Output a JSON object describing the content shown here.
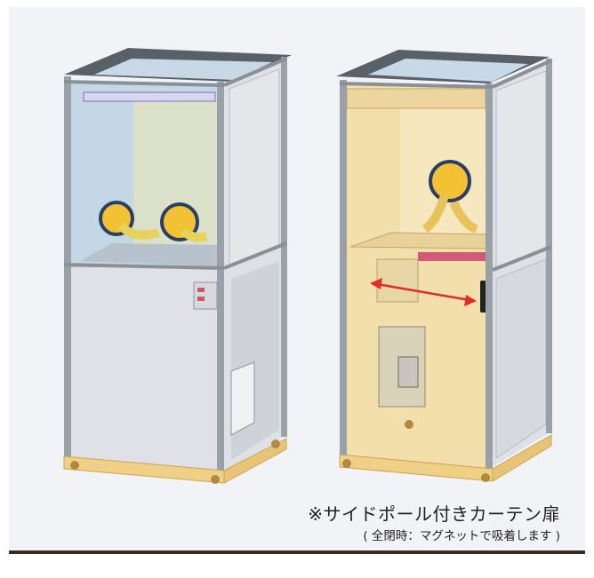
{
  "figure": {
    "caption": "※サイドポール付きカーテン扉",
    "subcaption": "( 全閉時：マグネットで吸着します )",
    "colors": {
      "background": "#f1f3f7",
      "frame": "#9aa0a8",
      "glass_blue": "#c4d7e4",
      "amber_interior": "#f2dfac",
      "panel": "#dfe1e6",
      "glove": "#f3c234",
      "arrow": "#e02b2b",
      "base": "#f0cf86",
      "rule": "#3a2a25"
    },
    "icons": {
      "left_unit": "closed-booth-cabinet",
      "right_unit": "curtain-door-booth",
      "arrow": "double-headed-arrow"
    }
  }
}
